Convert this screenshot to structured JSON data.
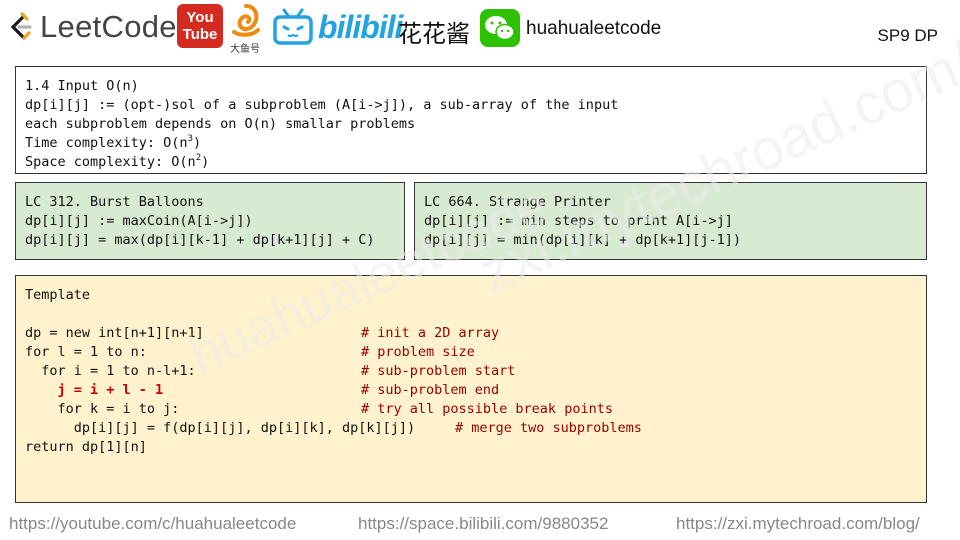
{
  "header": {
    "logo_text": "LeetCode",
    "youtube_line1": "You",
    "youtube_line2": "Tube",
    "fish_label": "大鱼号",
    "bilibili_text": "bilibili",
    "cn_name": "花花酱",
    "wechat_handle": "huahualeetcode",
    "slide_tag": "SP9 DP"
  },
  "intro": {
    "line1": "1.4 Input O(n)",
    "line2": "dp[i][j] := (opt-)sol of a subproblem (A[i->j]), a sub-array of the input",
    "line3": "each subproblem depends on O(n) smallar problems",
    "time_label": "Time complexity: O(n",
    "time_exp": "3",
    "space_label": "Space complexity: O(n",
    "space_exp": "2",
    "close_paren": ")"
  },
  "lc312": {
    "title": "LC 312. Burst Balloons",
    "def": "dp[i][j] := maxCoin(A[i->j])",
    "rec": "dp[i][j] = max(dp[i][k-1] + dp[k+1][j] + C)"
  },
  "lc664": {
    "title": "LC 664. Strange Printer",
    "def": "dp[i][j] := min steps to print A[i->j]",
    "rec": "dp[i][j] = min(dp[i][k] + dp[k+1][j-1])"
  },
  "template": {
    "title": "Template",
    "lines": [
      {
        "code": "dp = new int[n+1][n+1]",
        "comment": "# init a 2D array"
      },
      {
        "code": "for l = 1 to n:",
        "comment": "# problem size"
      },
      {
        "code": "  for i = 1 to n-l+1:",
        "comment": "# sub-problem start"
      },
      {
        "code": "    j = i + l - 1",
        "comment": "# sub-problem end"
      },
      {
        "code": "    for k = i to j:",
        "comment": "# try all possible break points"
      },
      {
        "code": "      dp[i][j] = f(dp[i][j], dp[i][k], dp[k][j])",
        "comment": "# merge two subproblems"
      },
      {
        "code": "return dp[1][n]",
        "comment": ""
      }
    ]
  },
  "watermark": {
    "text1": "zxi.mytechroad.com/blog/",
    "text2": "huahualeetcode"
  },
  "footer": {
    "youtube": "https://youtube.com/c/huahualeetcode",
    "bilibili": "https://space.bilibili.com/9880352",
    "blog": "https://zxi.mytechroad.com/blog/"
  },
  "colors": {
    "green_box": "#d9ead3",
    "yellow_box": "#fff2cc",
    "comment": "#990000",
    "highlight": "#cc0000"
  }
}
